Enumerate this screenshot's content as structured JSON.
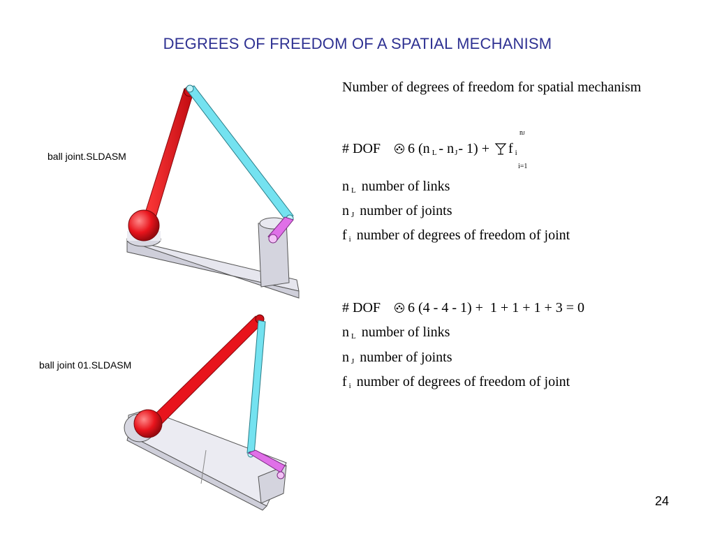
{
  "title": "DEGREES OF FREEDOM OF A SPATIAL MECHANISM",
  "labels": {
    "model1": "ball joint.SLDASM",
    "model2": "ball joint 01.SLDASM"
  },
  "intro": "Number of degrees of freedom for spatial mechanism",
  "formula": {
    "lhs": "# DOF",
    "six": "6 (n",
    "sub_L": "L",
    "minus_n": "- n",
    "sub_J": "J",
    "tail": "- 1) +",
    "sum_top_n": "n",
    "sum_top_J": "J",
    "sum_bottom": "i=1",
    "f": "f",
    "sub_i": "i"
  },
  "definitions1": [
    {
      "sym": "n",
      "sub": "L",
      "text": "number of links"
    },
    {
      "sym": "n",
      "sub": "J",
      "text": "number of joints"
    },
    {
      "sym": "f",
      "sub": "i",
      "text": "number of degrees of freedom of joint"
    }
  ],
  "example": {
    "lhs": "# DOF",
    "rhs": "6 (4 - 4 - 1) +  1 + 1 + 1 + 3 = 0"
  },
  "definitions2": [
    {
      "sym": "n",
      "sub": "L",
      "text": "number of links"
    },
    {
      "sym": "n",
      "sub": "J",
      "text": "number of joints"
    },
    {
      "sym": "f",
      "sub": "i",
      "text": "number of degrees of freedom of joint"
    }
  ],
  "page_number": "24",
  "colors": {
    "title": "#2e3192",
    "red_link": "#e8141c",
    "cyan_link": "#6fe0ef",
    "magenta_link": "#e070e8",
    "base": "#dcdce6"
  }
}
